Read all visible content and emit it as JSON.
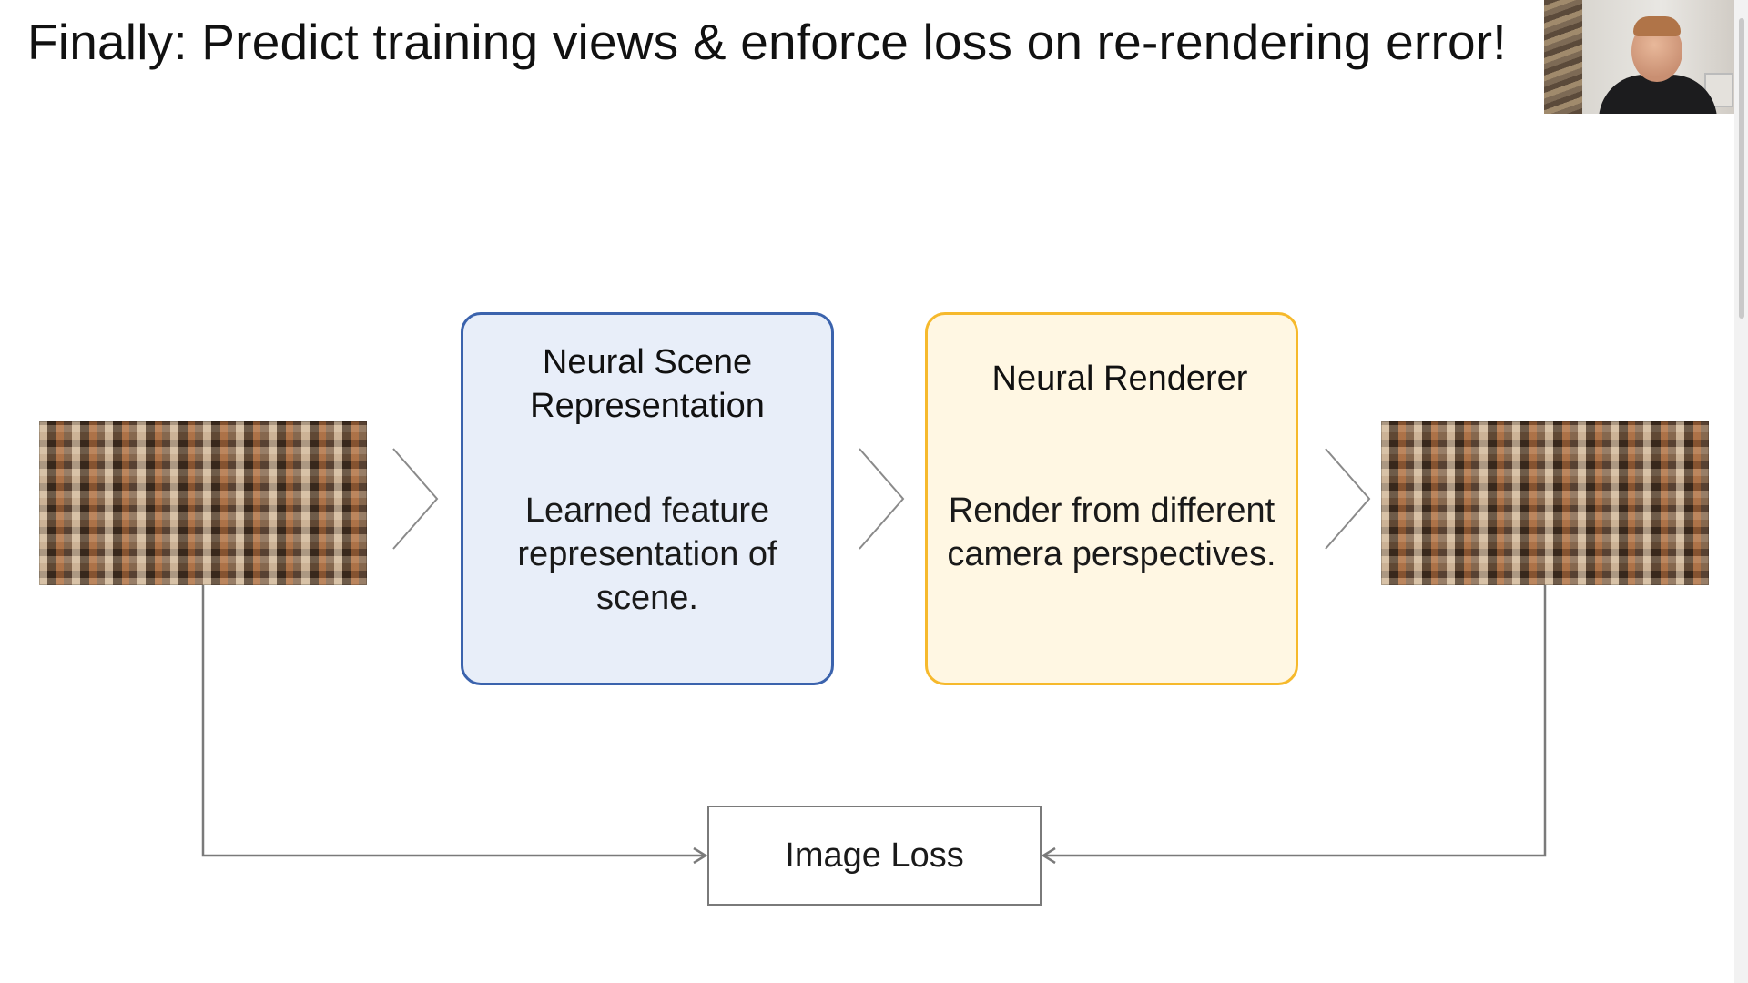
{
  "slide": {
    "title": "Finally: Predict training views & enforce loss on re-rendering error!"
  },
  "scene_card": {
    "title_line1": "Neural Scene",
    "title_line2": "Representation",
    "body_line1": "Learned feature",
    "body_line2": "representation of",
    "body_line3": "scene."
  },
  "renderer_card": {
    "title": "Neural Renderer",
    "body_line1": "Render from different",
    "body_line2": "camera perspectives."
  },
  "loss_box": {
    "label": "Image Loss"
  },
  "colors": {
    "scene_border": "#3b63ad",
    "scene_fill": "#e8eef9",
    "renderer_border": "#f6b92c",
    "renderer_fill": "#fff7e3",
    "connector": "#7a7a7a"
  },
  "icons": {
    "flow_arrow": "chevron-right-outline-icon",
    "loss_arrow": "arrowhead-icon"
  }
}
